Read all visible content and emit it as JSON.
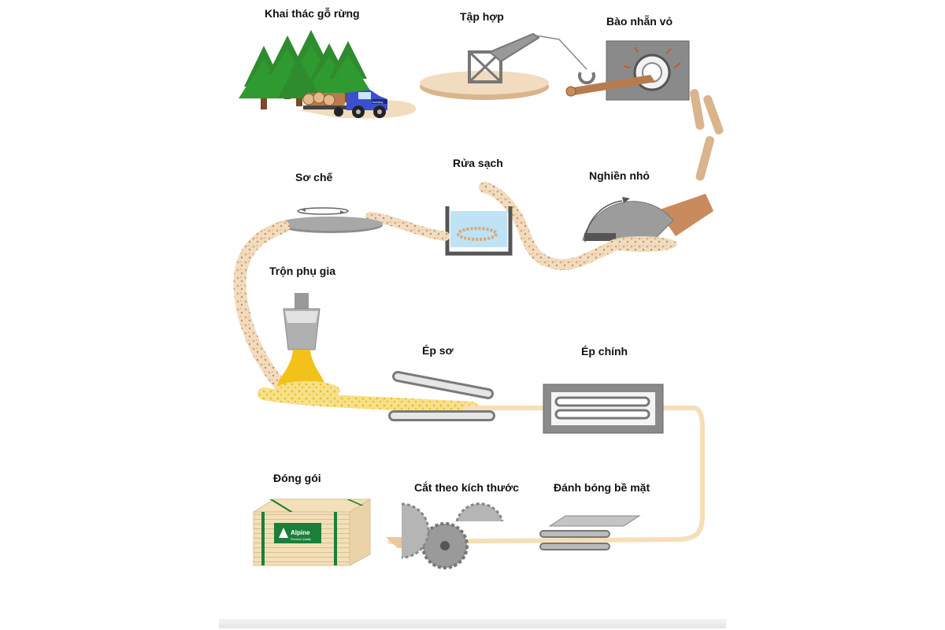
{
  "steps": {
    "harvest": "Khai thác gỗ rừng",
    "collect": "Tập hợp",
    "debark": "Bào nhẵn vỏ",
    "preprocess": "Sơ chế",
    "wash": "Rửa sạch",
    "chip": "Nghiền nhỏ",
    "mix": "Trộn phụ gia",
    "prepress": "Ép sơ",
    "mainpress": "Ép chính",
    "package": "Đóng gói",
    "cut": "Cắt theo kích thước",
    "polish": "Đánh bóng bề mặt"
  },
  "package_brand": {
    "name": "Alpine",
    "sub": "Premium Quality"
  },
  "truck_text": "forestry",
  "colors": {
    "tree": "#2e8b2e",
    "wood": "#c98b5e",
    "chips": "#e8c9a0",
    "glue": "#f2c21b",
    "machine": "#8c8c8c",
    "board": "#f6deb8",
    "truck": "#3b4fcf",
    "water": "#bfe3f5",
    "label_green": "#1b7f3a"
  }
}
